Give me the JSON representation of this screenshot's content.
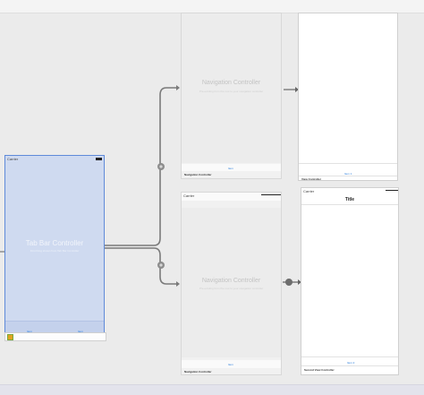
{
  "tab_bar_controller": {
    "status_carrier": "Carrier",
    "title": "Tab Bar Controller",
    "subtitle": "First thing shown from Tab Bar Controller",
    "tabs": [
      "Item",
      "Item"
    ]
  },
  "nav_controller_top": {
    "title": "Navigation Controller",
    "subtitle": "Pre-existing from the root to your navigation controller",
    "tab_label": "Item",
    "caption": "Navigation Controller"
  },
  "nav_controller_bottom": {
    "status_carrier": "Carrier",
    "title": "Navigation Controller",
    "subtitle": "Pre-existing from the root to your navigation controller",
    "tab_label": "Item",
    "caption": "Navigation Controller"
  },
  "view_controller_top": {
    "tab_label": "Item 1",
    "caption": "View Controller"
  },
  "view_controller_bottom": {
    "status_carrier": "Carrier",
    "nav_title": "Title",
    "tab_label": "Item 2",
    "caption": "Second View Controller"
  }
}
